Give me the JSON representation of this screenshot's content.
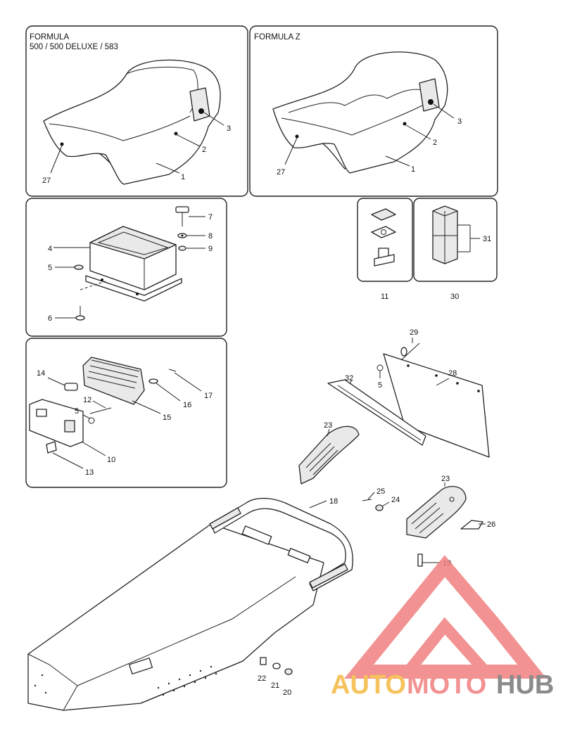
{
  "panels": {
    "formula_title_line1": "FORMULA",
    "formula_title_line2": "500 / 500 DELUXE / 583",
    "formula_z_title": "FORMULA  Z"
  },
  "labels": {
    "n1a": "1",
    "n2a": "2",
    "n3a": "3",
    "n27a": "27",
    "n1b": "1",
    "n2b": "2",
    "n3b": "3",
    "n27b": "27",
    "n4": "4",
    "n5a": "5",
    "n6": "6",
    "n7": "7",
    "n8": "8",
    "n9": "9",
    "n11": "11",
    "n30": "30",
    "n31": "31",
    "n14": "14",
    "n12": "12",
    "n5b": "5",
    "n10": "10",
    "n13": "13",
    "n15": "15",
    "n16": "16",
    "n17": "17",
    "n29": "29",
    "n5c": "5",
    "n28": "28",
    "n32": "32",
    "n23a": "23",
    "n23b": "23",
    "n25": "25",
    "n24": "24",
    "n26": "26",
    "n18": "18",
    "n19": "19",
    "n22": "22",
    "n21": "21",
    "n20": "20"
  },
  "watermark": {
    "part1": "AUTO",
    "part2": "MOTO",
    "part3": "HUB",
    "color_orange": "#f5b840",
    "color_red": "#f08080",
    "color_gray": "#777777"
  }
}
